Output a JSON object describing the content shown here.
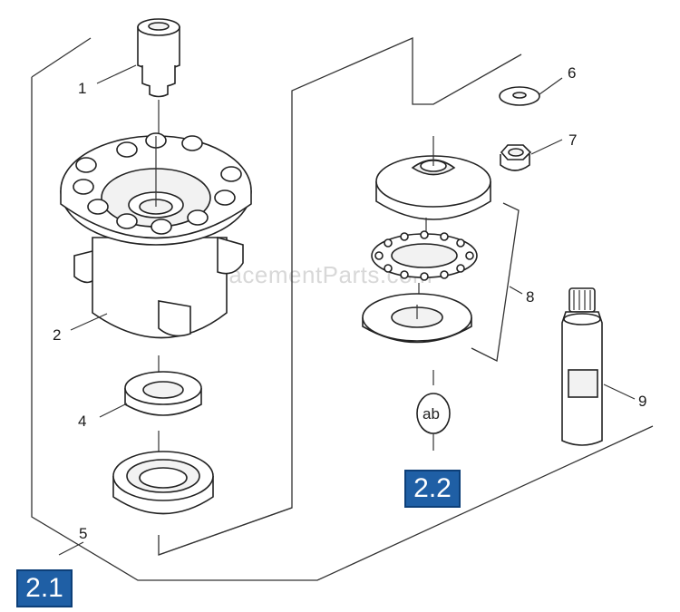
{
  "watermark": "eReplacementParts.com",
  "callouts": [
    {
      "id": "1",
      "text": "1"
    },
    {
      "id": "2",
      "text": "2"
    },
    {
      "id": "4",
      "text": "4"
    },
    {
      "id": "5",
      "text": "5"
    },
    {
      "id": "6",
      "text": "6"
    },
    {
      "id": "7",
      "text": "7"
    },
    {
      "id": "8",
      "text": "8"
    },
    {
      "id": "9",
      "text": "9"
    }
  ],
  "group_badges": {
    "group_2_1": "2.1",
    "group_2_2": "2.2"
  },
  "ab_symbol": "ab",
  "colors": {
    "badge_fill": "#1f5fa5",
    "line": "#222222"
  }
}
